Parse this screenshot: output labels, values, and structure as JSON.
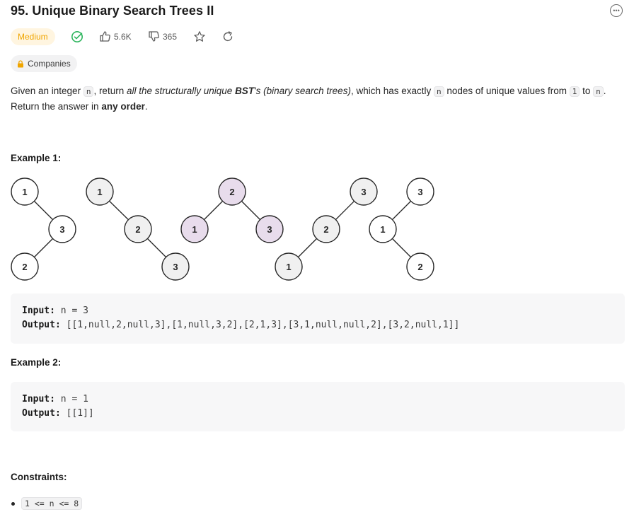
{
  "problem": {
    "title": "95. Unique Binary Search Trees II",
    "difficulty": "Medium",
    "likes": "5.6K",
    "dislikes": "365",
    "companies_label": "Companies",
    "colors": {
      "difficulty_text": "#f0a500",
      "difficulty_bg": "#fff5e0",
      "solved_check": "#2db55d",
      "highlight_node": "#e8dcec"
    }
  },
  "description": {
    "t1": "Given an integer ",
    "c1": "n",
    "t2": ", return ",
    "em1": "all the structurally unique ",
    "strong_em": "BST",
    "em2": "'s (binary search trees)",
    "t3": ", which has exactly ",
    "c2": "n",
    "t4": " nodes of unique values from ",
    "c3": "1",
    "t5": " to ",
    "c4": "n",
    "t6": ".",
    "t7": "Return the answer in ",
    "strong2": "any order",
    "t8": "."
  },
  "example1": {
    "heading": "Example 1:",
    "input_label": "Input:",
    "input_value": "n = 3",
    "output_label": "Output:",
    "output_value": "[[1,null,2,null,3],[1,null,3,2],[2,1,3],[3,1,null,null,2],[3,2,null,1]]",
    "trees": [
      {
        "nodes": [
          "1",
          "3",
          "2"
        ],
        "highlighted": false
      },
      {
        "nodes": [
          "1",
          "2",
          "3"
        ],
        "highlighted": false
      },
      {
        "nodes": [
          "2",
          "1",
          "3"
        ],
        "highlighted": true
      },
      {
        "nodes": [
          "3",
          "2",
          "1"
        ],
        "highlighted": false
      },
      {
        "nodes": [
          "3",
          "1",
          "2"
        ],
        "highlighted": false
      }
    ]
  },
  "example2": {
    "heading": "Example 2:",
    "input_label": "Input:",
    "input_value": "n = 1",
    "output_label": "Output:",
    "output_value": "[[1]]"
  },
  "constraints": {
    "heading": "Constraints:",
    "items": [
      "1 <= n <= 8"
    ]
  },
  "icons": [
    "more-icon",
    "solved-check-icon",
    "thumbs-up-icon",
    "thumbs-down-icon",
    "star-icon",
    "share-icon",
    "lock-icon"
  ]
}
